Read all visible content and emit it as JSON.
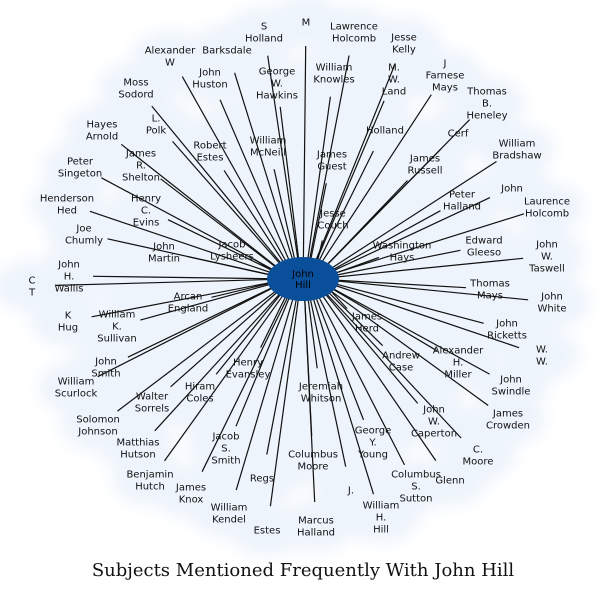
{
  "title": "Subjects Mentioned Frequently With John Hill",
  "colors": {
    "hub_fill": "#0a4f9a",
    "halo": "#eef4fc",
    "edge": "#111111",
    "label": "#111111"
  },
  "hub": {
    "name": "John Hill",
    "lines": [
      "John",
      "Hill"
    ]
  },
  "nodes": [
    {
      "name": "S Holland",
      "lines": [
        "S",
        "Holland"
      ]
    },
    {
      "name": "M",
      "lines": [
        "M"
      ]
    },
    {
      "name": "Lawrence Holcomb",
      "lines": [
        "Lawrence",
        "Holcomb"
      ]
    },
    {
      "name": "Jesse Kelly",
      "lines": [
        "Jesse",
        "Kelly"
      ]
    },
    {
      "name": "Alexander W",
      "lines": [
        "Alexander",
        "W"
      ]
    },
    {
      "name": "Barksdale",
      "lines": [
        "Barksdale"
      ]
    },
    {
      "name": "Moss Sodord",
      "lines": [
        "Moss",
        "Sodord"
      ]
    },
    {
      "name": "John Huston",
      "lines": [
        "John",
        "Huston"
      ]
    },
    {
      "name": "George W. Hawkins",
      "lines": [
        "George",
        "W.",
        "Hawkins"
      ]
    },
    {
      "name": "William Knowles",
      "lines": [
        "William",
        "Knowles"
      ]
    },
    {
      "name": "M. W. Land",
      "lines": [
        "M.",
        "W.",
        "Land"
      ]
    },
    {
      "name": "J Farnese Mays",
      "lines": [
        "J",
        "Farnese",
        "Mays"
      ]
    },
    {
      "name": "Thomas B. Heneley",
      "lines": [
        "Thomas",
        "B.",
        "Heneley"
      ]
    },
    {
      "name": "L. Polk",
      "lines": [
        "L.",
        "Polk"
      ]
    },
    {
      "name": "Hayes Arnold",
      "lines": [
        "Hayes",
        "Arnold"
      ]
    },
    {
      "name": "Robert Estes",
      "lines": [
        "Robert",
        "Estes"
      ]
    },
    {
      "name": "William McNeill",
      "lines": [
        "William",
        "McNeill"
      ]
    },
    {
      "name": "Holland",
      "lines": [
        "Holland"
      ]
    },
    {
      "name": "Cerf",
      "lines": [
        "Cerf"
      ]
    },
    {
      "name": "William Bradshaw",
      "lines": [
        "William",
        "Bradshaw"
      ]
    },
    {
      "name": "Peter Singeton",
      "lines": [
        "Peter",
        "Singeton"
      ]
    },
    {
      "name": "James R. Shelton",
      "lines": [
        "James",
        "R.",
        "Shelton"
      ]
    },
    {
      "name": "James Guest",
      "lines": [
        "James",
        "Guest"
      ]
    },
    {
      "name": "James Russell",
      "lines": [
        "James",
        "Russell"
      ]
    },
    {
      "name": "John",
      "lines": [
        "John"
      ]
    },
    {
      "name": "Henderson Hed",
      "lines": [
        "Henderson",
        "Hed"
      ]
    },
    {
      "name": "Henry C. Evins",
      "lines": [
        "Henry",
        "C.",
        "Evins"
      ]
    },
    {
      "name": "Peter Halland",
      "lines": [
        "Peter",
        "Halland"
      ]
    },
    {
      "name": "Laurence Holcomb",
      "lines": [
        "Laurence",
        "Holcomb"
      ]
    },
    {
      "name": "Jesse Couch",
      "lines": [
        "Jesse",
        "Couch"
      ]
    },
    {
      "name": "Joe Chumly",
      "lines": [
        "Joe",
        "Chumly"
      ]
    },
    {
      "name": "Edward Gleeso",
      "lines": [
        "Edward",
        "Gleeso"
      ]
    },
    {
      "name": "John W. Taswell",
      "lines": [
        "John",
        "W.",
        "Taswell"
      ]
    },
    {
      "name": "John Martin",
      "lines": [
        "John",
        "Martin"
      ]
    },
    {
      "name": "Jacob Lysheers",
      "lines": [
        "Jacob",
        "Lysheers"
      ]
    },
    {
      "name": "Washington Hays",
      "lines": [
        "Washington",
        "Hays"
      ]
    },
    {
      "name": "John H. Wallis",
      "lines": [
        "John",
        "H.",
        "Wallis"
      ]
    },
    {
      "name": "C T",
      "lines": [
        "C",
        "T"
      ]
    },
    {
      "name": "Thomas Mays",
      "lines": [
        "Thomas",
        "Mays"
      ]
    },
    {
      "name": "John White",
      "lines": [
        "John",
        "White"
      ]
    },
    {
      "name": "Arcan England",
      "lines": [
        "Arcan",
        "England"
      ]
    },
    {
      "name": "K Hug",
      "lines": [
        "K",
        "Hug"
      ]
    },
    {
      "name": "William K. Sullivan",
      "lines": [
        "William",
        "K.",
        "Sullivan"
      ]
    },
    {
      "name": "James Herd",
      "lines": [
        "James",
        "Herd"
      ]
    },
    {
      "name": "John Ricketts",
      "lines": [
        "John",
        "Ricketts"
      ]
    },
    {
      "name": "W. W.",
      "lines": [
        "W.",
        "W."
      ]
    },
    {
      "name": "John Smith",
      "lines": [
        "John",
        "Smith"
      ]
    },
    {
      "name": "Henry Evansley",
      "lines": [
        "Henry",
        "Evansley"
      ]
    },
    {
      "name": "Andrew Case",
      "lines": [
        "Andrew",
        "Case"
      ]
    },
    {
      "name": "Alexander H. Miller",
      "lines": [
        "Alexander",
        "H.",
        "Miller"
      ]
    },
    {
      "name": "William Scurlock",
      "lines": [
        "William",
        "Scurlock"
      ]
    },
    {
      "name": "Walter Sorrels",
      "lines": [
        "Walter",
        "Sorrels"
      ]
    },
    {
      "name": "Hiram Coles",
      "lines": [
        "Hiram",
        "Coles"
      ]
    },
    {
      "name": "Jeremiah Whitson",
      "lines": [
        "Jeremiah",
        "Whitson"
      ]
    },
    {
      "name": "John Swindle",
      "lines": [
        "John",
        "Swindle"
      ]
    },
    {
      "name": "Solomon Johnson",
      "lines": [
        "Solomon",
        "Johnson"
      ]
    },
    {
      "name": "John W. Caperton",
      "lines": [
        "John",
        "W.",
        "Caperton"
      ]
    },
    {
      "name": "James Crowden",
      "lines": [
        "James",
        "Crowden"
      ]
    },
    {
      "name": "Matthias Hutson",
      "lines": [
        "Matthias",
        "Hutson"
      ]
    },
    {
      "name": "Jacob S. Smith",
      "lines": [
        "Jacob",
        "S.",
        "Smith"
      ]
    },
    {
      "name": "Columbus Moore",
      "lines": [
        "Columbus",
        "Moore"
      ]
    },
    {
      "name": "George Y. Young",
      "lines": [
        "George",
        "Y.",
        "Young"
      ]
    },
    {
      "name": "C. Moore",
      "lines": [
        "C.",
        "Moore"
      ]
    },
    {
      "name": "Benjamin Hutch",
      "lines": [
        "Benjamin",
        "Hutch"
      ]
    },
    {
      "name": "Glenn",
      "lines": [
        "Glenn"
      ]
    },
    {
      "name": "James Knox",
      "lines": [
        "James",
        "Knox"
      ]
    },
    {
      "name": "Regs",
      "lines": [
        "Regs"
      ]
    },
    {
      "name": "Columbus Sutton",
      "lines": [
        "Columbus",
        "S.",
        "Sutton"
      ]
    },
    {
      "name": "William Kendel",
      "lines": [
        "William",
        "Kendel"
      ]
    },
    {
      "name": "J.",
      "lines": [
        "J."
      ]
    },
    {
      "name": "Estes",
      "lines": [
        "Estes"
      ]
    },
    {
      "name": "Marcus Halland",
      "lines": [
        "Marcus",
        "Halland"
      ]
    },
    {
      "name": "William H. Hill",
      "lines": [
        "William",
        "H.",
        "Hill"
      ]
    }
  ]
}
